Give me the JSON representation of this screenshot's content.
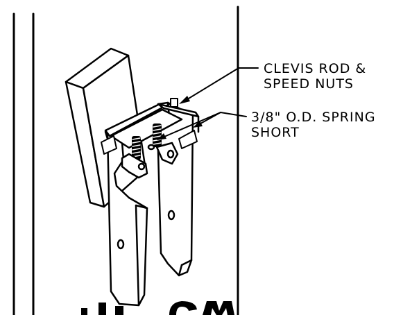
{
  "callouts": {
    "clevis": {
      "line1": "CLEVIS ROD &",
      "line2": "SPEED NUTS"
    },
    "spring": {
      "line1": "3/8\" O.D. SPRING",
      "line2": "SHORT"
    }
  },
  "colors": {
    "ink": "#000000",
    "paper": "#ffffff"
  }
}
